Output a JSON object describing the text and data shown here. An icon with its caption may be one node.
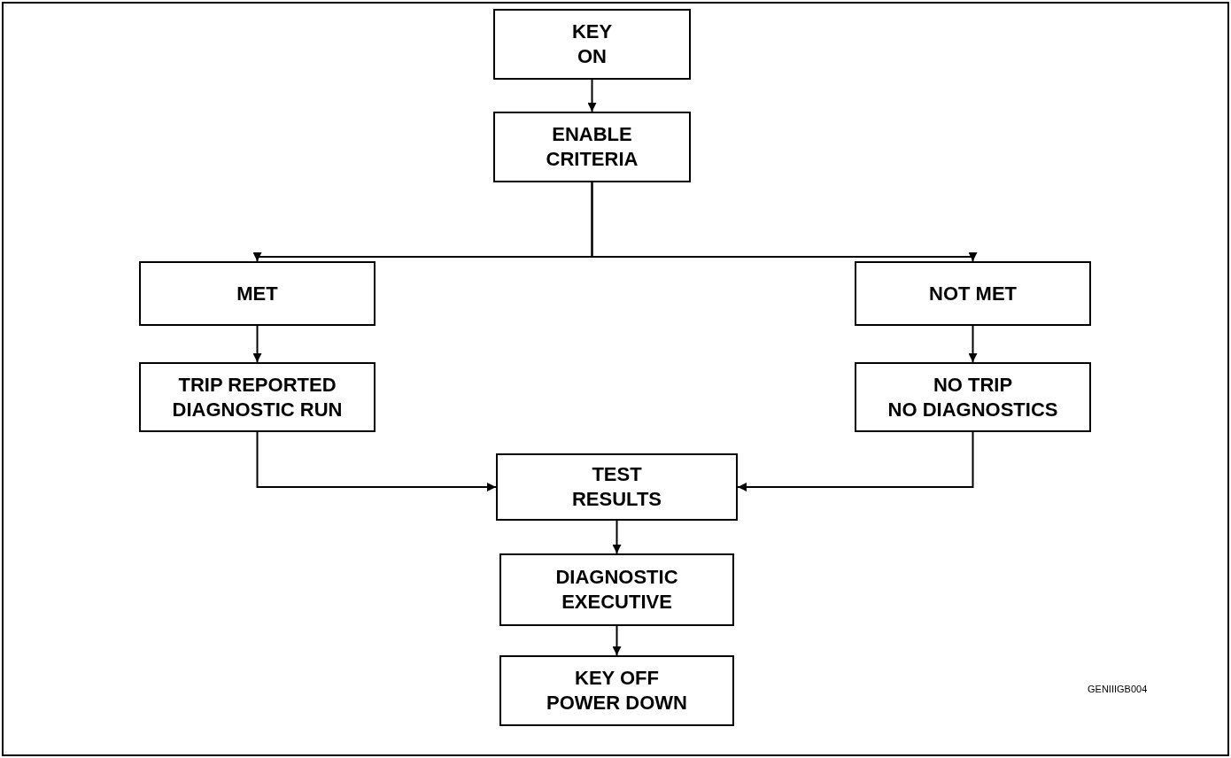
{
  "diagram": {
    "nodes": [
      {
        "text": [
          "KEY ON"
        ]
      },
      {
        "text": [
          "ENABLE CRITERIA"
        ]
      },
      {
        "text": [
          "MET"
        ]
      },
      {
        "text": [
          "NOT MET"
        ]
      },
      {
        "text": [
          "TRIP REPORTED DIAGNOSTIC RUN"
        ]
      },
      {
        "text": [
          "NO TRIP NO DIAGNOSTICS"
        ]
      },
      {
        "text": [
          "TEST RESULTS"
        ]
      },
      {
        "text": [
          "DIAGNOSTIC EXECUTIVE"
        ]
      },
      {
        "text": [
          "KEY OFF POWER DOWN"
        ]
      }
    ],
    "edges": [
      {
        "from": 0,
        "to": 1,
        "arrow": "to"
      },
      {
        "from": 1,
        "to": 2,
        "arrow": "to"
      },
      {
        "from": 1,
        "to": 3,
        "arrow": "to"
      },
      {
        "from": 2,
        "to": 4,
        "arrow": "to"
      },
      {
        "from": 3,
        "to": 5,
        "arrow": "to"
      },
      {
        "from": 4,
        "to": 6,
        "arrow": "to"
      },
      {
        "from": 5,
        "to": 6,
        "arrow": "to"
      },
      {
        "from": 6,
        "to": 7,
        "arrow": "to"
      },
      {
        "from": 7,
        "to": 8,
        "arrow": "to"
      }
    ],
    "labels": [
      "GENIIIGB004"
    ]
  }
}
